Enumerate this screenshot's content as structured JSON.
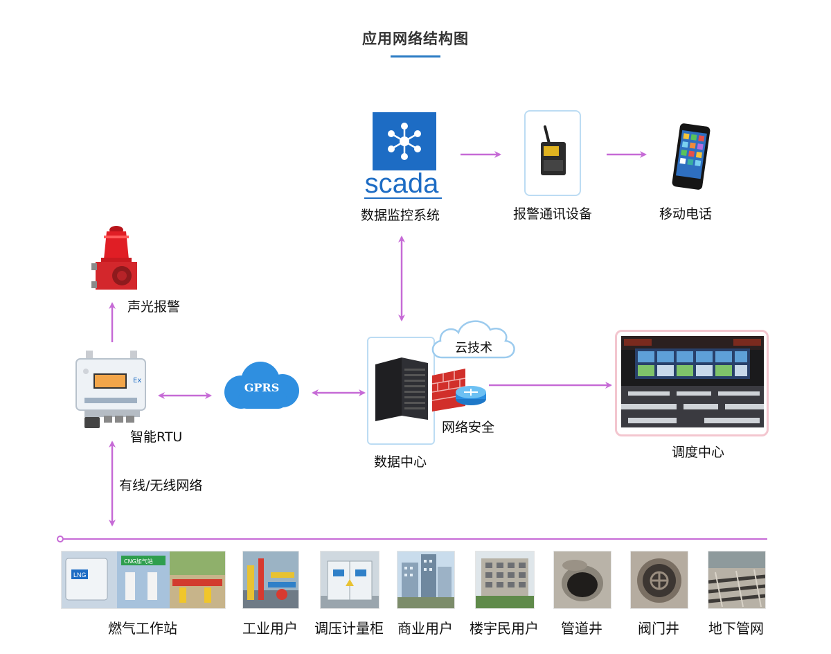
{
  "title": "应用网络结构图",
  "colors": {
    "accent": "#2a7bc4",
    "arrow": "#c66ad6",
    "cloud": "#2f8fe0",
    "scada_blue": "#1d6cc4"
  },
  "nodes": {
    "scada": {
      "logo_text": "scada",
      "label": "数据监控系统",
      "icon": "scada-logo-icon"
    },
    "alarm_comm": {
      "label": "报警通讯设备",
      "icon": "gsm-modem-icon"
    },
    "mobile": {
      "label": "移动电话",
      "icon": "smartphone-icon"
    },
    "beacon": {
      "label": "声光报警",
      "icon": "alarm-beacon-icon"
    },
    "rtu": {
      "label": "智能RTU",
      "ex_mark": "Ex",
      "icon": "rtu-box-icon"
    },
    "gprs": {
      "label": "GPRS",
      "icon": "cloud-icon"
    },
    "datacenter": {
      "label": "数据中心",
      "icon": "server-rack-icon"
    },
    "cloud_tech": {
      "label": "云技术",
      "icon": "cloud-outline-icon"
    },
    "net_security": {
      "label": "网络安全",
      "icon": "firewall-router-icon"
    },
    "dispatch": {
      "label": "调度中心",
      "icon": "control-room-icon"
    },
    "network_link": {
      "label": "有线/无线网络"
    }
  },
  "bottom_items": [
    {
      "label": "燃气工作站",
      "icon": "gas-station-photo",
      "badges": [
        "LNG",
        "CNG加气站"
      ]
    },
    {
      "label": "工业用户",
      "icon": "industrial-pipes-photo"
    },
    {
      "label": "调压计量柜",
      "icon": "regulator-cabinet-photo"
    },
    {
      "label": "商业用户",
      "icon": "commercial-building-photo"
    },
    {
      "label": "楼宇民用户",
      "icon": "residential-building-photo"
    },
    {
      "label": "管道井",
      "icon": "manhole-photo"
    },
    {
      "label": "阀门井",
      "icon": "valve-well-photo"
    },
    {
      "label": "地下管网",
      "icon": "underground-pipe-photo"
    }
  ]
}
